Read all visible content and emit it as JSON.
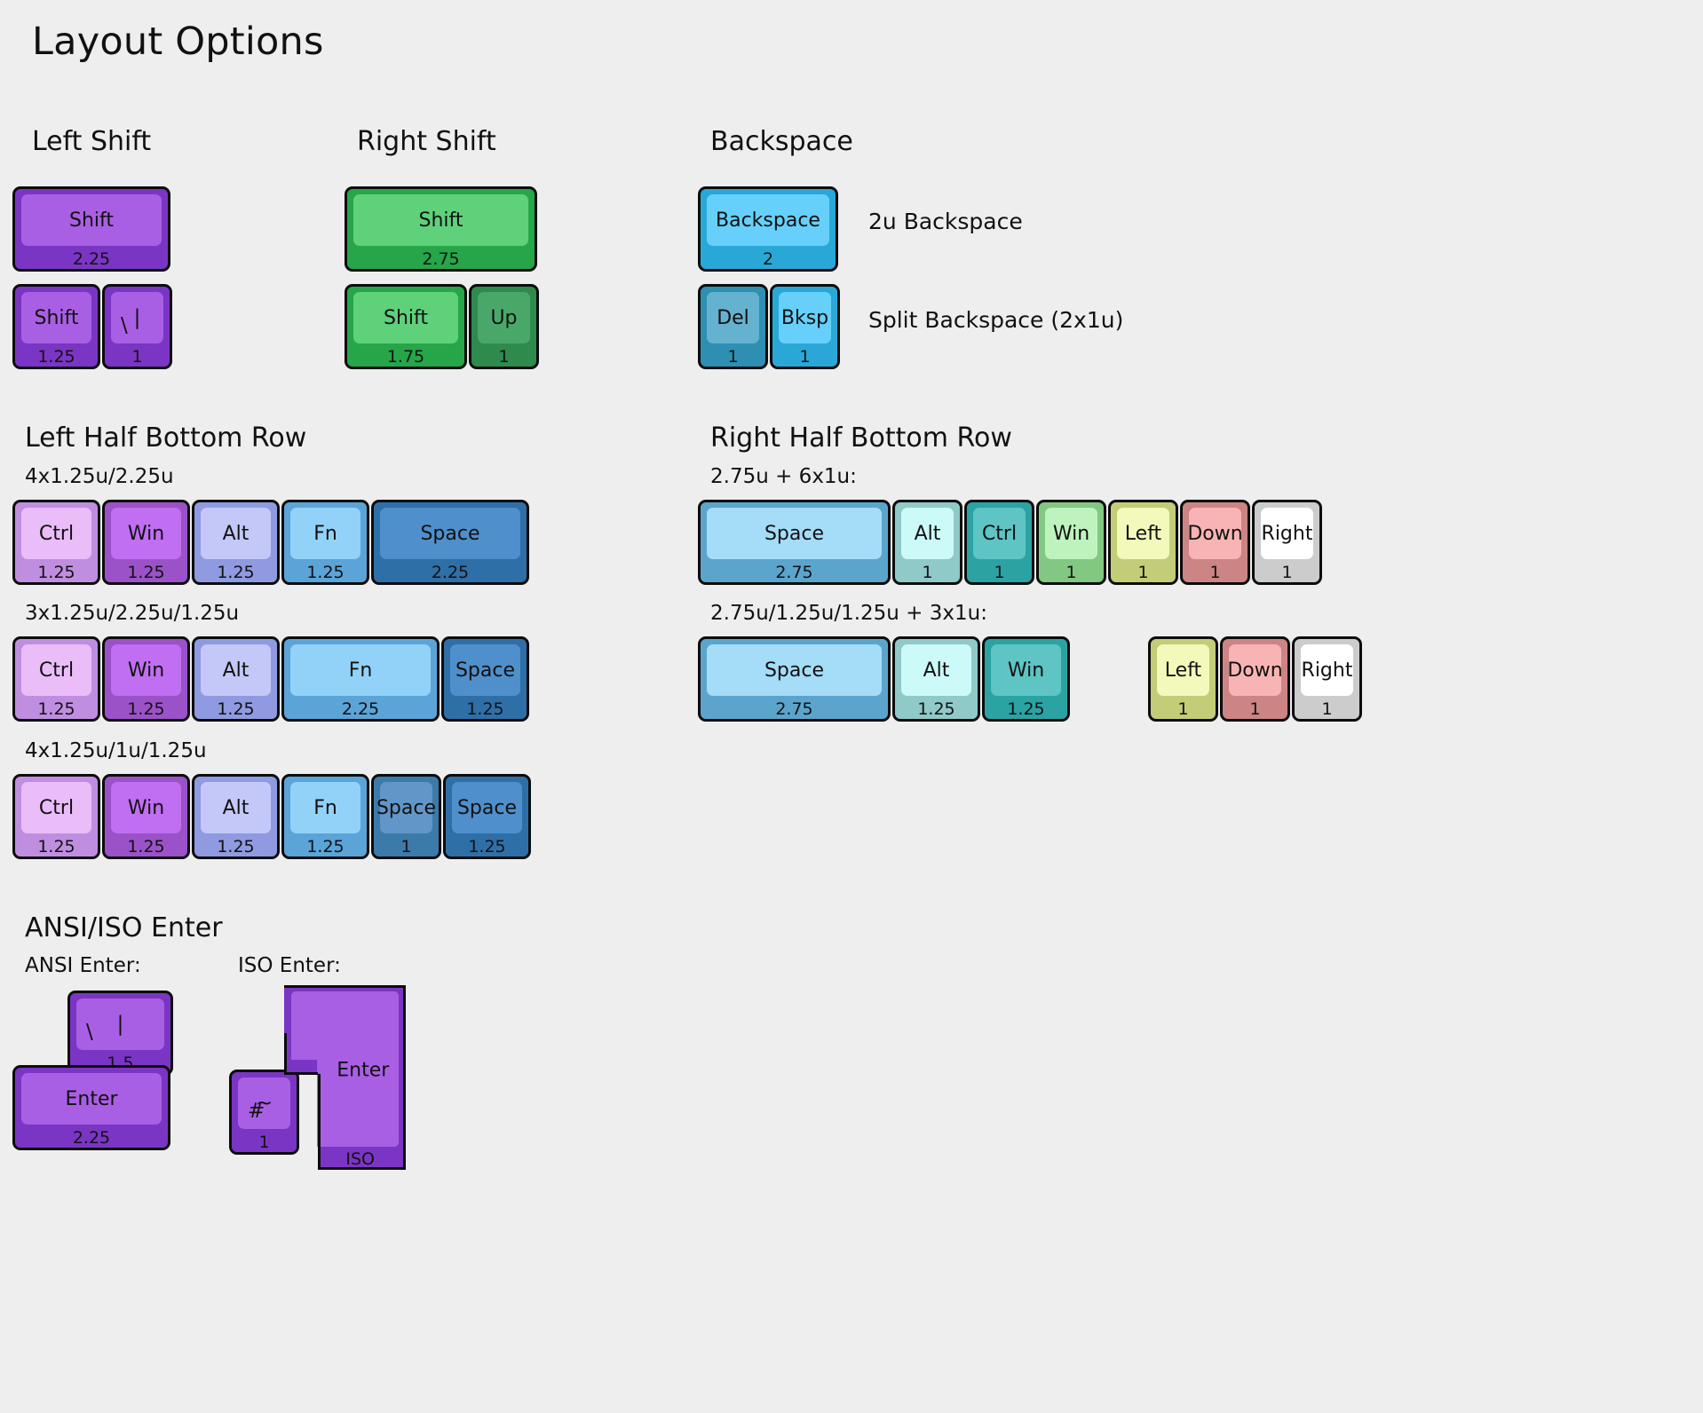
{
  "page": {
    "title": "Layout Options"
  },
  "sections": {
    "left_shift": {
      "title": "Left Shift"
    },
    "right_shift": {
      "title": "Right Shift"
    },
    "backspace": {
      "title": "Backspace",
      "option_2u_label": "2u Backspace",
      "option_split_label": "Split Backspace (2x1u)"
    },
    "left_bottom": {
      "title": "Left Half Bottom Row",
      "row1_label": "4x1.25u/2.25u",
      "row2_label": "3x1.25u/2.25u/1.25u",
      "row3_label": "4x1.25u/1u/1.25u"
    },
    "right_bottom": {
      "title": "Right Half Bottom Row",
      "row1_label": "2.75u + 6x1u:",
      "row2_label": "2.75u/1.25u/1.25u + 3x1u:"
    },
    "enter": {
      "title": "ANSI/ISO Enter",
      "ansi_label": "ANSI Enter:",
      "iso_label": "ISO Enter:"
    }
  },
  "keys": {
    "left_shift_a": [
      {
        "legend": "Shift",
        "unit": "2.25"
      }
    ],
    "left_shift_b": [
      {
        "legend": "Shift",
        "unit": "1.25"
      },
      {
        "legend_up": "|",
        "legend_lo": "\\",
        "unit": "1"
      }
    ],
    "right_shift_a": [
      {
        "legend": "Shift",
        "unit": "2.75"
      }
    ],
    "right_shift_b": [
      {
        "legend": "Shift",
        "unit": "1.75"
      },
      {
        "legend": "Up",
        "unit": "1"
      }
    ],
    "backspace_a": [
      {
        "legend": "Backspace",
        "unit": "2"
      }
    ],
    "backspace_b": [
      {
        "legend": "Del",
        "unit": "1"
      },
      {
        "legend": "Bksp",
        "unit": "1"
      }
    ],
    "left_row1": [
      {
        "legend": "Ctrl",
        "unit": "1.25"
      },
      {
        "legend": "Win",
        "unit": "1.25"
      },
      {
        "legend": "Alt",
        "unit": "1.25"
      },
      {
        "legend": "Fn",
        "unit": "1.25"
      },
      {
        "legend": "Space",
        "unit": "2.25"
      }
    ],
    "left_row2": [
      {
        "legend": "Ctrl",
        "unit": "1.25"
      },
      {
        "legend": "Win",
        "unit": "1.25"
      },
      {
        "legend": "Alt",
        "unit": "1.25"
      },
      {
        "legend": "Fn",
        "unit": "2.25"
      },
      {
        "legend": "Space",
        "unit": "1.25"
      }
    ],
    "left_row3": [
      {
        "legend": "Ctrl",
        "unit": "1.25"
      },
      {
        "legend": "Win",
        "unit": "1.25"
      },
      {
        "legend": "Alt",
        "unit": "1.25"
      },
      {
        "legend": "Fn",
        "unit": "1.25"
      },
      {
        "legend": "Space",
        "unit": "1"
      },
      {
        "legend": "Space",
        "unit": "1.25"
      }
    ],
    "right_row1": [
      {
        "legend": "Space",
        "unit": "2.75"
      },
      {
        "legend": "Alt",
        "unit": "1"
      },
      {
        "legend": "Ctrl",
        "unit": "1"
      },
      {
        "legend": "Win",
        "unit": "1"
      },
      {
        "legend": "Left",
        "unit": "1"
      },
      {
        "legend": "Down",
        "unit": "1"
      },
      {
        "legend": "Right",
        "unit": "1"
      }
    ],
    "right_row2_a": [
      {
        "legend": "Space",
        "unit": "2.75"
      },
      {
        "legend": "Alt",
        "unit": "1.25"
      },
      {
        "legend": "Win",
        "unit": "1.25"
      }
    ],
    "right_row2_b": [
      {
        "legend": "Left",
        "unit": "1"
      },
      {
        "legend": "Down",
        "unit": "1"
      },
      {
        "legend": "Right",
        "unit": "1"
      }
    ],
    "ansi": [
      {
        "legend_up": "|",
        "legend_lo": "\\",
        "unit": "1.5"
      },
      {
        "legend": "Enter",
        "unit": "2.25"
      }
    ],
    "iso_hash": [
      {
        "legend_up": "~",
        "legend_lo": "#",
        "unit": "1"
      }
    ],
    "iso_enter": {
      "legend": "Enter",
      "unit": "ISO"
    }
  },
  "colors": {
    "background": "#eeeeee",
    "purple_cap": "#a95fe3",
    "purple_body": "#7b35c4",
    "green_cap": "#5ed17a",
    "green_body": "#26a649",
    "green_dark_cap": "#49a869",
    "green_dark_body": "#2f8a4e",
    "cyan_cap": "#66d0fb",
    "cyan_body": "#29a8d8",
    "cyan_dim_cap": "#64b2cf",
    "cyan_dim_body": "#2e8fb3",
    "ctrl_cap": "#eabcf8",
    "ctrl_body": "#c08ee0",
    "win_cap": "#c06ef2",
    "win_body": "#9b52c8",
    "alt_cap": "#c3c8f8",
    "alt_body": "#8f9ae0",
    "fn_cap": "#93d2f8",
    "fn_body": "#5ba4d8",
    "space_cap": "#4f8fcb",
    "space_body": "#2f6fa8",
    "space1u_cap": "#6296c8",
    "space1u_body": "#3c7aaa",
    "rspace_cap": "#a5dcf8",
    "rspace_body": "#5ba5cd",
    "ralt_cap": "#ccfaf8",
    "ralt_body": "#8fc9c8",
    "rctrl_cap": "#5ec4c4",
    "rctrl_body": "#2ba3a3",
    "rwin_cap": "#bef3be",
    "rwin_body": "#82c882",
    "left_cap": "#f2f9bb",
    "left_body": "#c3cc77",
    "down_cap": "#f8b4b4",
    "down_body": "#cc8484",
    "right_cap": "#ffffff",
    "right_body": "#cccccc"
  }
}
